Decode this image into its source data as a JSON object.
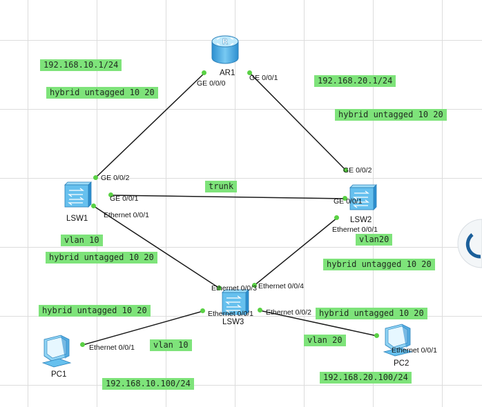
{
  "devices": {
    "ar1": {
      "label": "AR1",
      "icon": "router-icon"
    },
    "lsw1": {
      "label": "LSW1",
      "icon": "switch-icon"
    },
    "lsw2": {
      "label": "LSW2",
      "icon": "switch-icon"
    },
    "lsw3": {
      "label": "LSW3",
      "icon": "switch-icon"
    },
    "pc1": {
      "label": "PC1",
      "icon": "pc-icon"
    },
    "pc2": {
      "label": "PC2",
      "icon": "pc-icon"
    }
  },
  "ports": {
    "ar1_ge000": "GE 0/0/0",
    "ar1_ge001": "GE 0/0/1",
    "lsw1_ge002": "GE 0/0/2",
    "lsw1_ge001": "GE 0/0/1",
    "lsw1_eth001": "Ethernet 0/0/1",
    "lsw2_ge002": "GE 0/0/2",
    "lsw2_ge001": "GE 0/0/1",
    "lsw2_eth001": "Ethernet 0/0/1",
    "lsw3_eth003": "Ethernet 0/0/3",
    "lsw3_eth004": "Ethernet 0/0/4",
    "lsw3_eth001": "Ethernet 0/0/1",
    "lsw3_eth002": "Ethernet 0/0/2",
    "pc1_eth001": "Ethernet 0/0/1",
    "pc2_eth001": "Ethernet 0/0/1"
  },
  "annotations": {
    "ip_ar1_ge000": "192.168.10.1/24",
    "ip_ar1_ge001": "192.168.20.1/24",
    "hybrid_lsw1_up": "hybrid untagged 10 20",
    "hybrid_lsw2_up": "hybrid untagged 10 20",
    "trunk": "trunk",
    "vlan_lsw1": "vlan 10",
    "hybrid_lsw1_down": "hybrid untagged 10 20",
    "vlan_lsw2": "vlan20",
    "hybrid_lsw2_down": "hybrid untagged 10 20",
    "hybrid_lsw3_pc1": "hybrid untagged 10 20",
    "hybrid_lsw3_pc2": "hybrid untagged 10 20",
    "vlan_pc1": "vlan 10",
    "vlan_pc2": "vlan 20",
    "ip_pc1": "192.168.10.100/24",
    "ip_pc2": "192.168.20.100/24"
  },
  "colors": {
    "tag_bg": "#7ee37a",
    "link": "#1a1a1a",
    "port_dot": "#5ad145",
    "device_blue": "#4ab0e6"
  }
}
